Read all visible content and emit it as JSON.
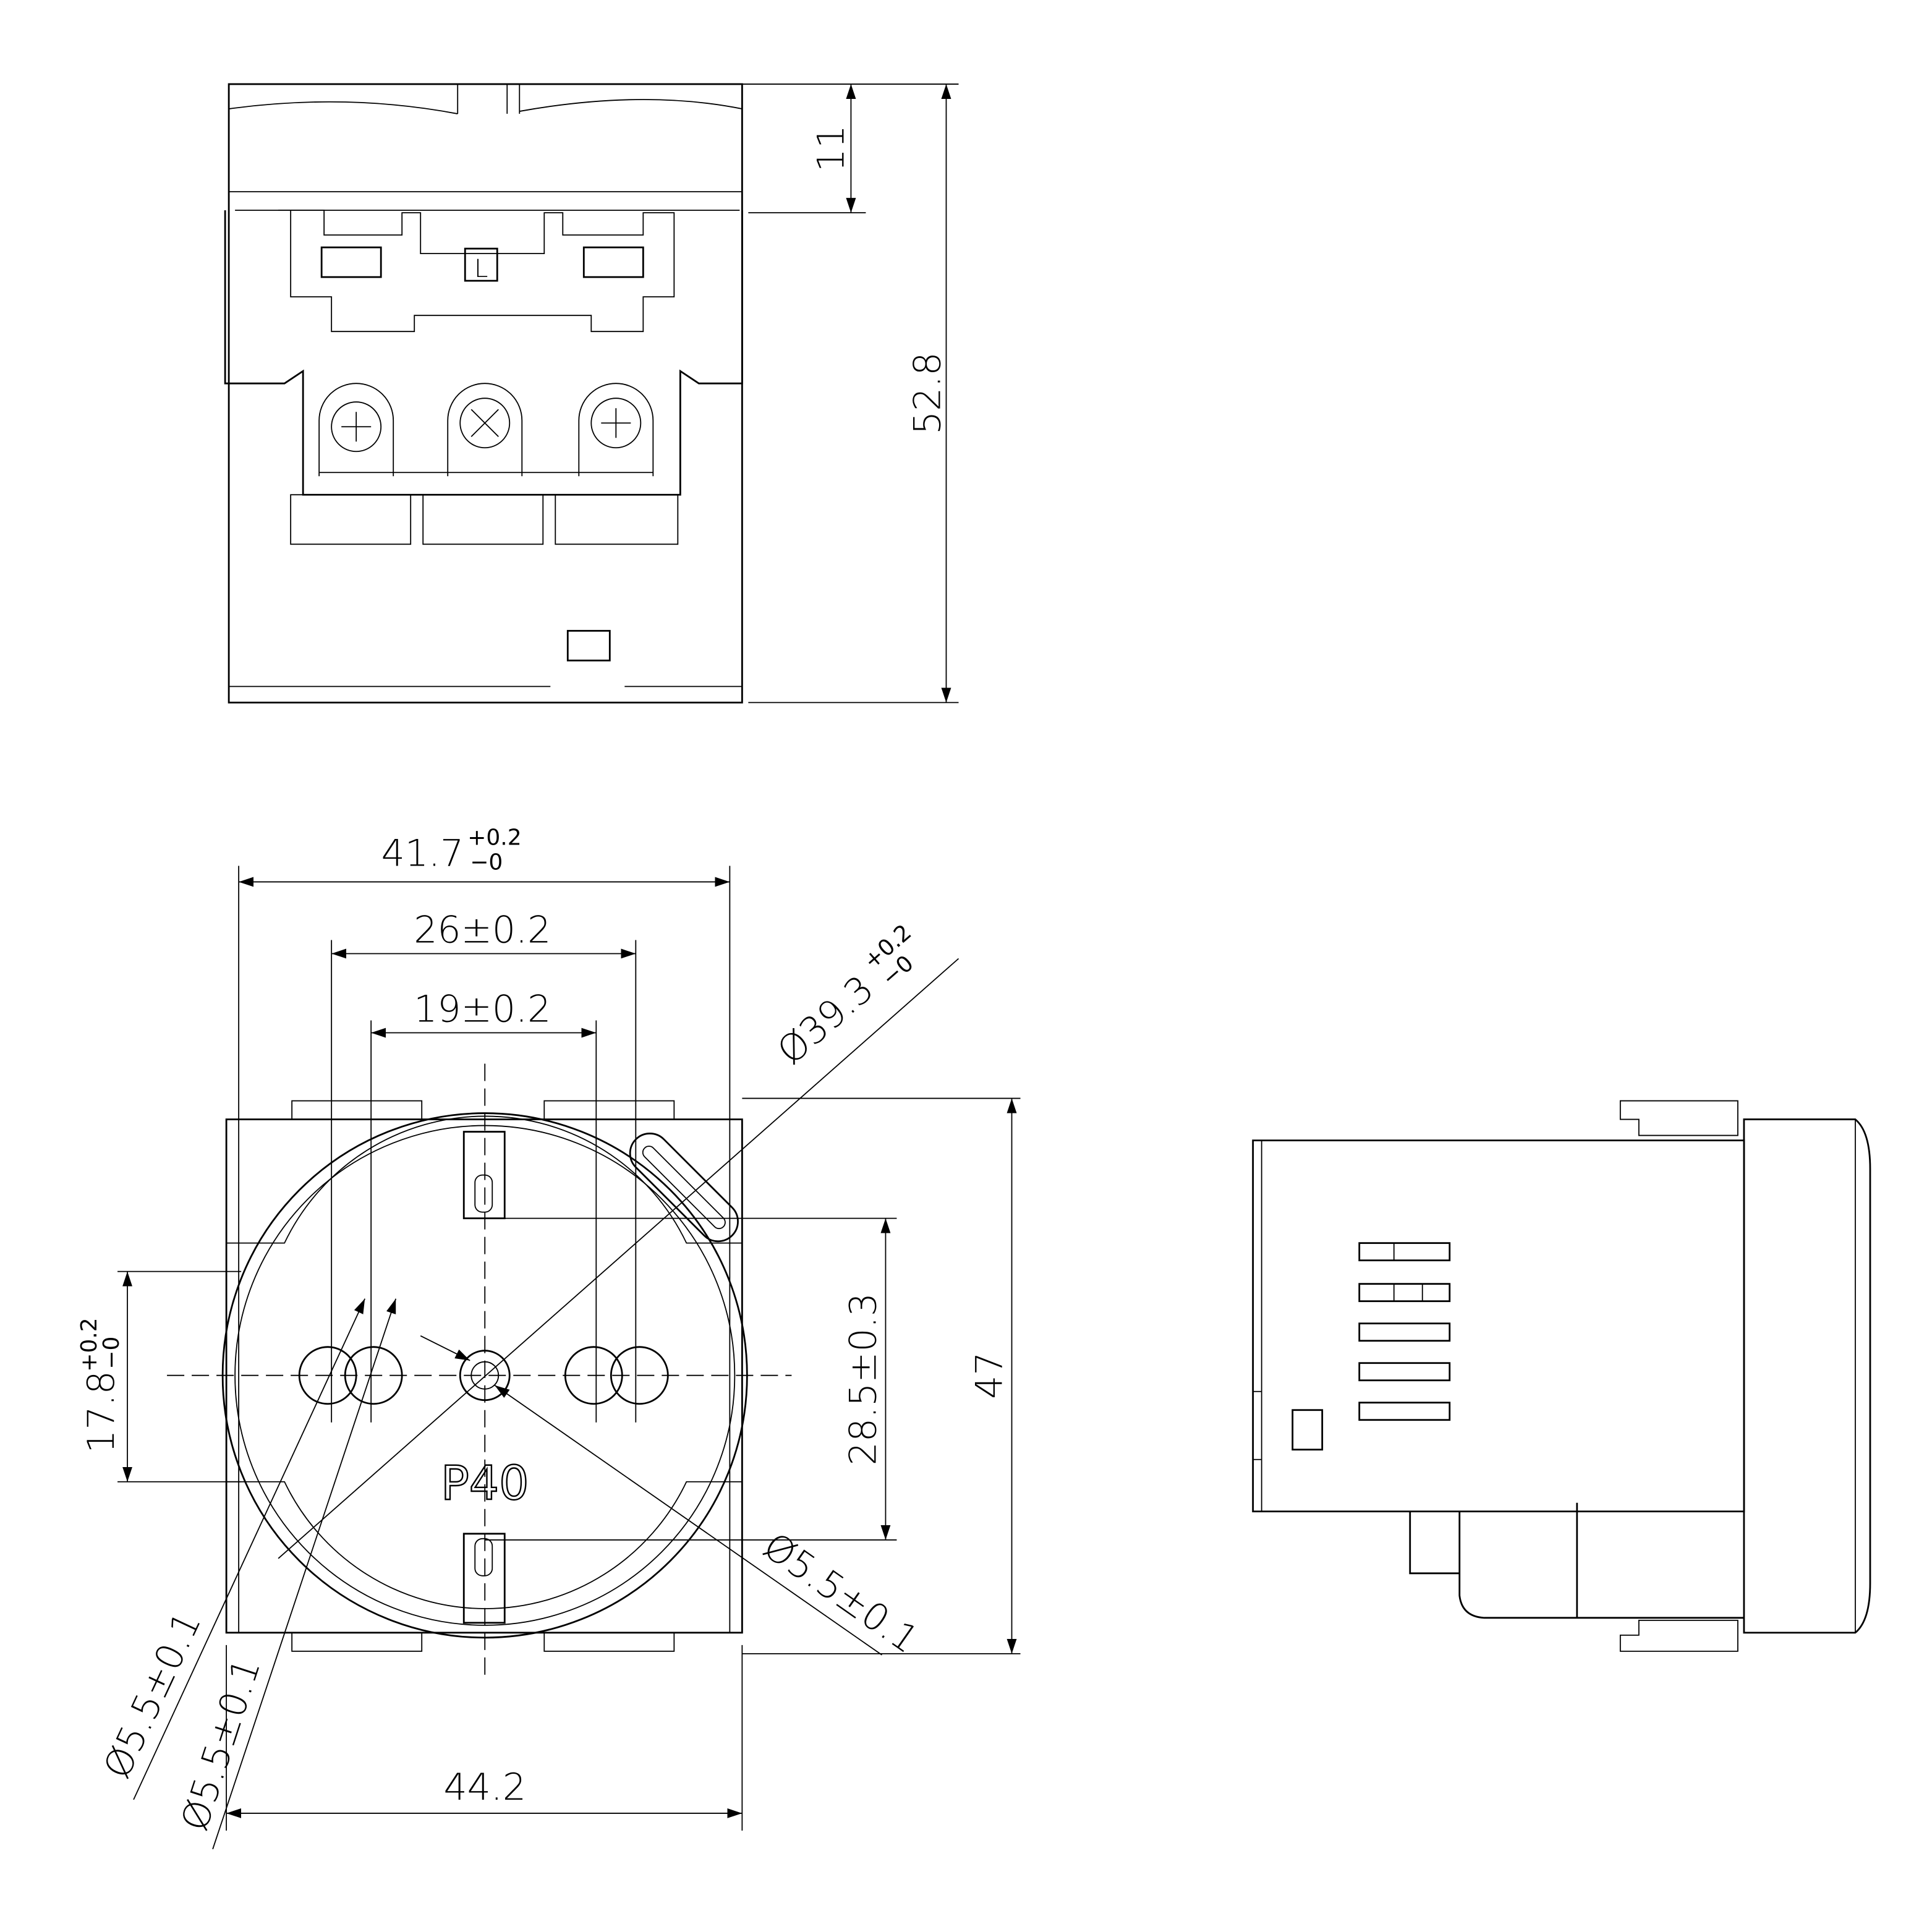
{
  "top_view": {
    "dim_top_height": "11",
    "dim_total_height": "52.8",
    "terminal_label": "L"
  },
  "front_view": {
    "dim_width_inner": "41.7",
    "dim_width_inner_tol_plus": "+0.2",
    "dim_width_inner_tol_minus": "−0",
    "dim_26": "26±0.2",
    "dim_19": "19±0.2",
    "dim_diameter": "Ø39.3",
    "dim_diameter_tol_plus": "+0.2",
    "dim_diameter_tol_minus": "−0",
    "dim_17_8": "17.8",
    "dim_17_8_tol_plus": "+0.2",
    "dim_17_8_tol_minus": "−0",
    "dim_28_5": "28.5±0.3",
    "dim_height": "47",
    "marking": "P40",
    "hole_dim_right": "Ø5.5±0.1",
    "hole_dim_left_1": "Ø5.5±0.1",
    "hole_dim_left_2": "Ø5.5±0.1",
    "dim_width_outer": "44.2"
  }
}
